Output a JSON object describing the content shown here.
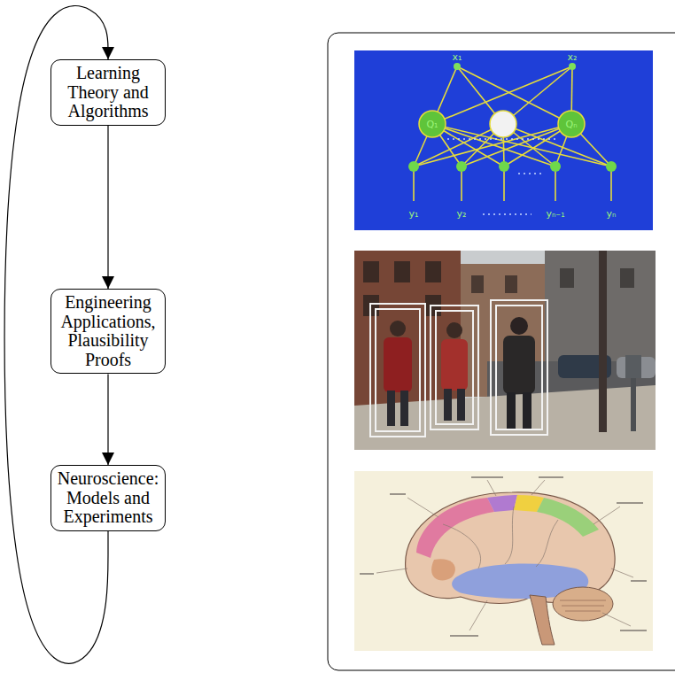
{
  "diagram": {
    "nodes": [
      {
        "text": [
          "Learning Theory and Algorithms"
        ]
      },
      {
        "text": [
          "Engineering Applications, Plausibility Proofs"
        ]
      },
      {
        "text": [
          "Neuroscience: Models and Experiments"
        ]
      }
    ],
    "edges": [
      {
        "from": 0,
        "to": 1,
        "arrow": "to"
      },
      {
        "from": 1,
        "to": 2,
        "arrow": "to"
      },
      {
        "from": 2,
        "to": 0,
        "arrow": "to"
      }
    ],
    "labels": [
      "x₁",
      "x₂",
      "Q₁",
      "Qₙ",
      "y₁",
      "y₂",
      "yₙ₋₁",
      "yₙ"
    ]
  }
}
